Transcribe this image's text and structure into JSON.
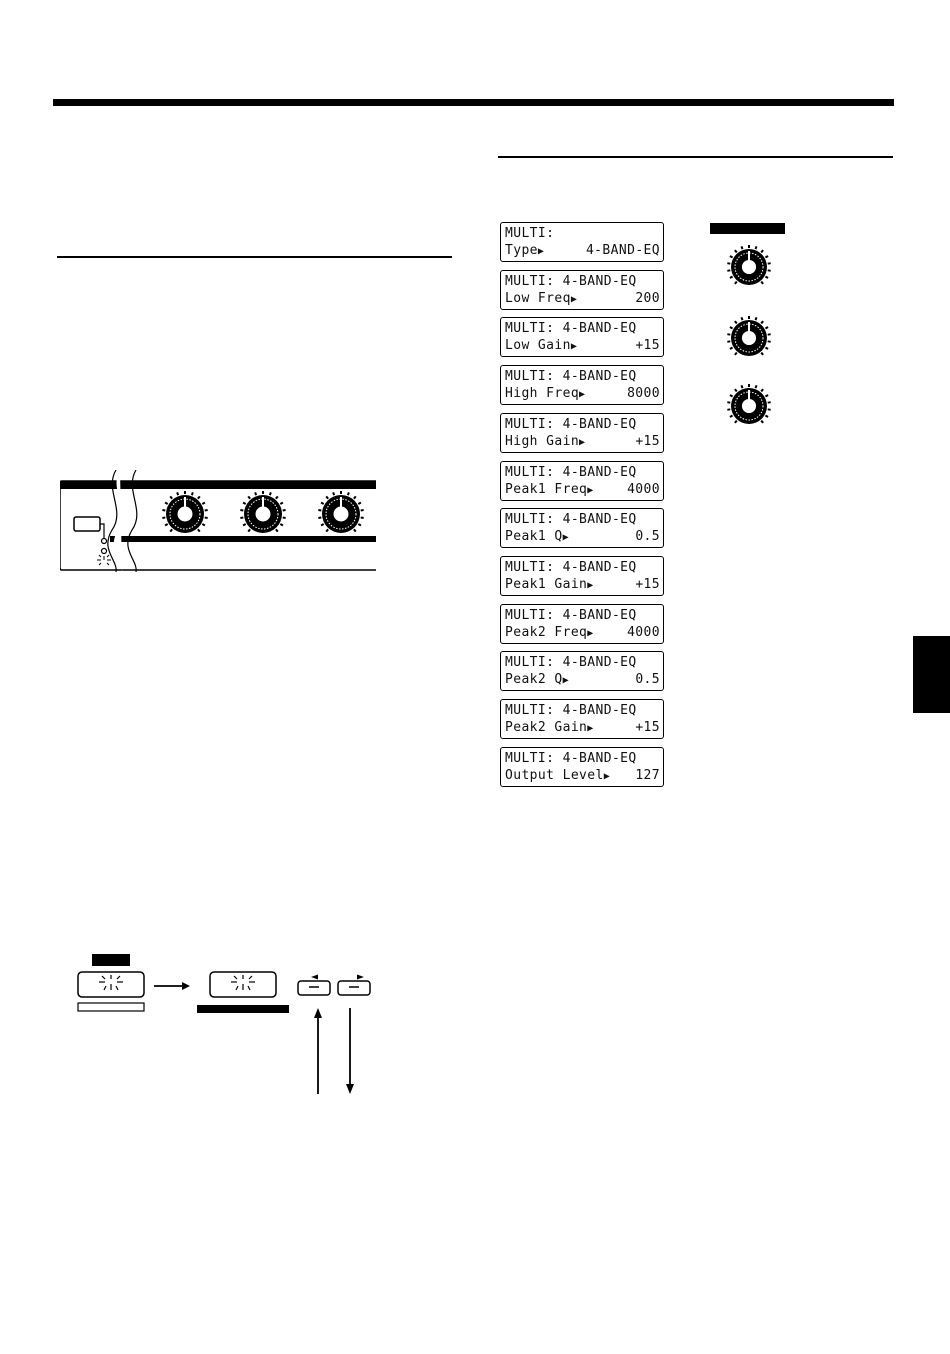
{
  "displays": [
    {
      "line1": "MULTI:",
      "line2_label": "Type",
      "line2_value": "4-BAND-EQ"
    },
    {
      "line1": "MULTI: 4-BAND-EQ",
      "line2_label": "Low Freq",
      "line2_value": "200"
    },
    {
      "line1": "MULTI: 4-BAND-EQ",
      "line2_label": "Low Gain",
      "line2_value": "+15"
    },
    {
      "line1": "MULTI: 4-BAND-EQ",
      "line2_label": "High Freq",
      "line2_value": "8000"
    },
    {
      "line1": "MULTI: 4-BAND-EQ",
      "line2_label": "High Gain",
      "line2_value": "+15"
    },
    {
      "line1": "MULTI: 4-BAND-EQ",
      "line2_label": "Peak1 Freq",
      "line2_value": "4000"
    },
    {
      "line1": "MULTI: 4-BAND-EQ",
      "line2_label": "Peak1 Q",
      "line2_value": "0.5"
    },
    {
      "line1": "MULTI: 4-BAND-EQ",
      "line2_label": "Peak1 Gain",
      "line2_value": "+15"
    },
    {
      "line1": "MULTI: 4-BAND-EQ",
      "line2_label": "Peak2 Freq",
      "line2_value": "4000"
    },
    {
      "line1": "MULTI: 4-BAND-EQ",
      "line2_label": "Peak2 Q",
      "line2_value": "0.5"
    },
    {
      "line1": "MULTI: 4-BAND-EQ",
      "line2_label": "Peak2 Gain",
      "line2_value": "+15"
    },
    {
      "line1": "MULTI: 4-BAND-EQ",
      "line2_label": "Output Level",
      "line2_value": "127"
    }
  ],
  "cursor_glyph": "▶",
  "icons": {
    "knob": "rotary-knob-icon",
    "arrow_left": "triangle-left-icon",
    "arrow_right": "triangle-right-icon",
    "flash": "led-flash-icon"
  }
}
